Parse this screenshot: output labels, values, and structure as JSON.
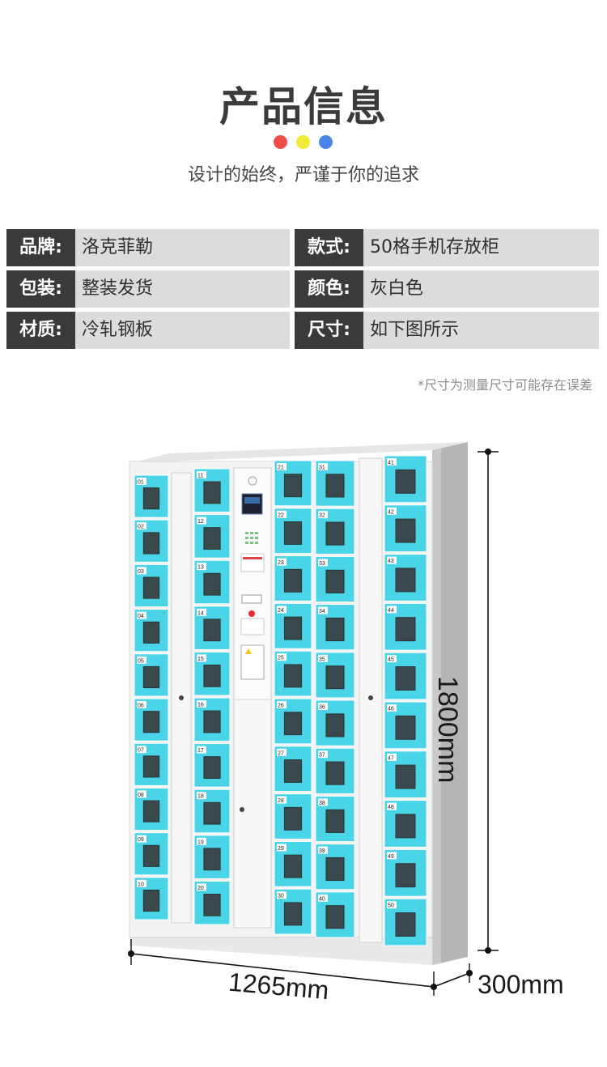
{
  "header": {
    "title": "产品信息",
    "subtitle": "设计的始终，严谨于你的追求",
    "dots": [
      "#ee4d4d",
      "#eeea38",
      "#4a86e8"
    ]
  },
  "specs": [
    {
      "label": "品牌:",
      "value": "洛克菲勒"
    },
    {
      "label": "款式:",
      "value": "50格手机存放柜"
    },
    {
      "label": "包装:",
      "value": "整装发货"
    },
    {
      "label": "颜色:",
      "value": "灰白色"
    },
    {
      "label": "材质:",
      "value": "冷轧钢板"
    },
    {
      "label": "尺寸:",
      "value": "如下图所示"
    }
  ],
  "note": "*尺寸为测量尺寸可能存在误差",
  "dimensions": {
    "height": "1800mm",
    "width": "1265mm",
    "depth": "300mm"
  },
  "lockers": {
    "col1": [
      "01",
      "02",
      "03",
      "04",
      "05",
      "06",
      "07",
      "08",
      "09",
      "10"
    ],
    "col2": [
      "11",
      "12",
      "13",
      "14",
      "15",
      "16",
      "17",
      "18",
      "19",
      "20"
    ],
    "col3": [
      "21",
      "22",
      "23",
      "24",
      "25",
      "26",
      "27",
      "28",
      "29",
      "30"
    ],
    "col4": [
      "31",
      "32",
      "33",
      "34",
      "35",
      "36",
      "37",
      "38",
      "39",
      "40"
    ],
    "col5": [
      "41",
      "42",
      "43",
      "44",
      "45",
      "46",
      "47",
      "48",
      "49",
      "50"
    ]
  },
  "colors": {
    "locker": "#49d4e8",
    "cabinet": "#f2f2f2",
    "side": "#b9b9b9",
    "label_bg": "#3a3a3a",
    "value_bg": "#dcdcdc"
  }
}
